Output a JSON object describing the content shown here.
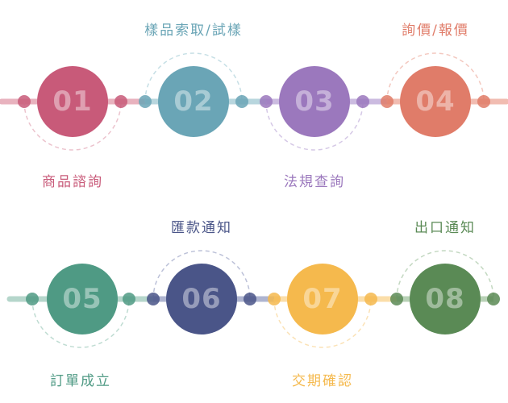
{
  "steps": [
    {
      "number": "01",
      "label": "商品諮詢",
      "color": "#c85a79",
      "light": "#ecc3cd",
      "line": "#e8b2be"
    },
    {
      "number": "02",
      "label": "樣品索取/試樣",
      "color": "#6aa5b6",
      "light": "#c6dfe5",
      "line": "#b8d6de"
    },
    {
      "number": "03",
      "label": "法規查詢",
      "color": "#9b78bd",
      "light": "#d5c8e6",
      "line": "#cbbbe0"
    },
    {
      "number": "04",
      "label": "詢價/報價",
      "color": "#e07c69",
      "light": "#f3c8bf",
      "line": "#f1bcb1"
    },
    {
      "number": "05",
      "label": "訂單成立",
      "color": "#4f9a84",
      "light": "#bfdcd2",
      "line": "#b5d6cb"
    },
    {
      "number": "06",
      "label": "匯款通知",
      "color": "#4a5588",
      "light": "#bcc1d8",
      "line": "#aeb4d0"
    },
    {
      "number": "07",
      "label": "交期確認",
      "color": "#f5b94d",
      "light": "#fbe2b6",
      "line": "#fbdea9"
    },
    {
      "number": "08",
      "label": "出口通知",
      "color": "#5a8a55",
      "light": "#c3d8c1",
      "line": "#b8d1b6"
    }
  ]
}
